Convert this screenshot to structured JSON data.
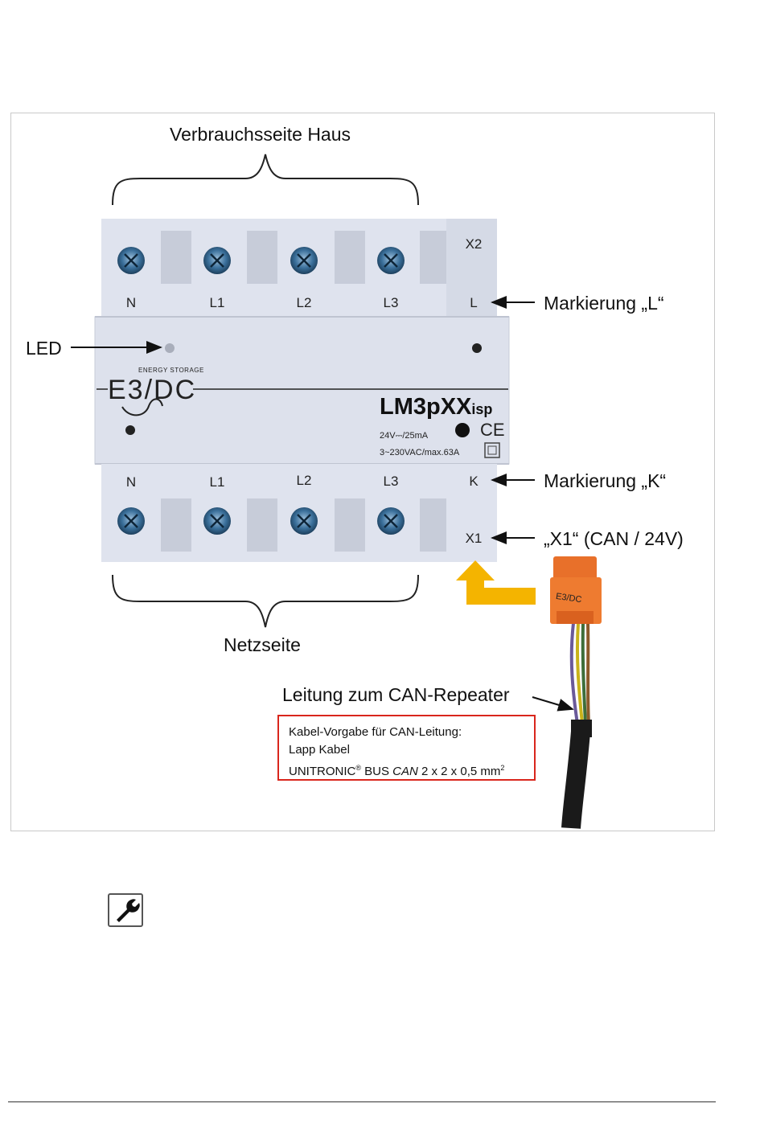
{
  "labels": {
    "consumer_side": "Verbrauchsseite Haus",
    "grid_side": "Netzseite",
    "led": "LED",
    "marker_l": "Markierung „L“",
    "marker_k": "Markierung „K“",
    "x1_port": "„X1“ (CAN / 24V)",
    "cable_lead": "Leitung zum CAN-Repeater"
  },
  "device": {
    "brand": "E3/DC",
    "brand_sub": "ENERGY STORAGE",
    "model": "LM3pXX",
    "model_suffix": "isp",
    "rating_1": "24V⎓/25mA",
    "rating_2": "3~230VAC/max.63A",
    "ce_mark": "CE",
    "top_terminals": [
      "N",
      "L1",
      "L2",
      "L3",
      "L"
    ],
    "top_port": "X2",
    "bottom_terminals": [
      "N",
      "L1",
      "L2",
      "L3",
      "K"
    ],
    "bottom_port": "X1",
    "plug_brand": "E3/DC"
  },
  "cable_note": {
    "line1": "Kabel-Vorgabe für CAN-Leitung:",
    "line2": "Lapp Kabel",
    "line3_a": "UNITRONIC",
    "line3_reg": "®",
    "line3_b": " BUS ",
    "line3_can": "CAN",
    "line3_c": " 2 x 2 x 0,5 mm",
    "line3_sup": "2"
  },
  "colors": {
    "housing": "#dde1ec",
    "housing_dark": "#c7ccd9",
    "arrow_yellow": "#f4b400",
    "plug_orange": "#e8702a",
    "note_border": "#d9261c"
  },
  "icons": {
    "wrench": "wrench-icon"
  }
}
